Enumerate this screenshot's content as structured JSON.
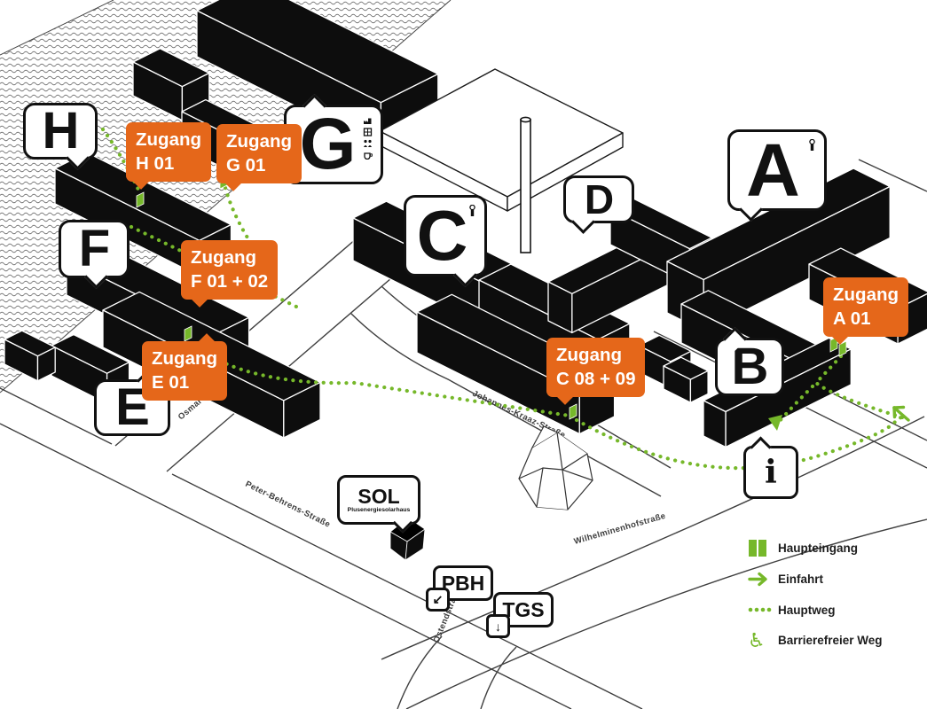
{
  "map": {
    "streets": {
      "osmar": "Osmar-Klemm-Straße",
      "johannes": "Johannes-Kraaz-Straße",
      "peter": "Peter-Behrens-Straße",
      "wilhelminenhof": "Wilhelminenhofstraße",
      "ostend": "Ostendstraße"
    },
    "buildings": {
      "a": "A",
      "b": "B",
      "c": "C",
      "d": "D",
      "e": "E",
      "f": "F",
      "g": "G",
      "h": "H"
    },
    "entrances": {
      "h01": {
        "line1": "Zugang",
        "line2": "H 01"
      },
      "g01": {
        "line1": "Zugang",
        "line2": "G 01"
      },
      "f0102": {
        "line1": "Zugang",
        "line2": "F 01 + 02"
      },
      "e01": {
        "line1": "Zugang",
        "line2": "E 01"
      },
      "c0809": {
        "line1": "Zugang",
        "line2": "C 08 + 09"
      },
      "a01": {
        "line1": "Zugang",
        "line2": "A 01"
      }
    },
    "sol": {
      "title": "SOL",
      "subtitle": "Plusenergiesolarhaus"
    },
    "info_symbol": "i",
    "gates": {
      "pbh": {
        "label": "PBH",
        "arrow": "↙"
      },
      "tgs": {
        "label": "TGS",
        "arrow": "↓"
      }
    }
  },
  "legend": {
    "items": [
      {
        "icon": "main-entrance-icon",
        "label": "Haupteingang"
      },
      {
        "icon": "driveway-arrow-icon",
        "label": "Einfahrt"
      },
      {
        "icon": "main-path-icon",
        "label": "Hauptweg"
      },
      {
        "icon": "accessible-route-icon",
        "label": "Barrierefreier Weg"
      }
    ]
  },
  "colors": {
    "orange": "#E5671A",
    "green": "#76B82A",
    "building": "#0D0D0D"
  }
}
